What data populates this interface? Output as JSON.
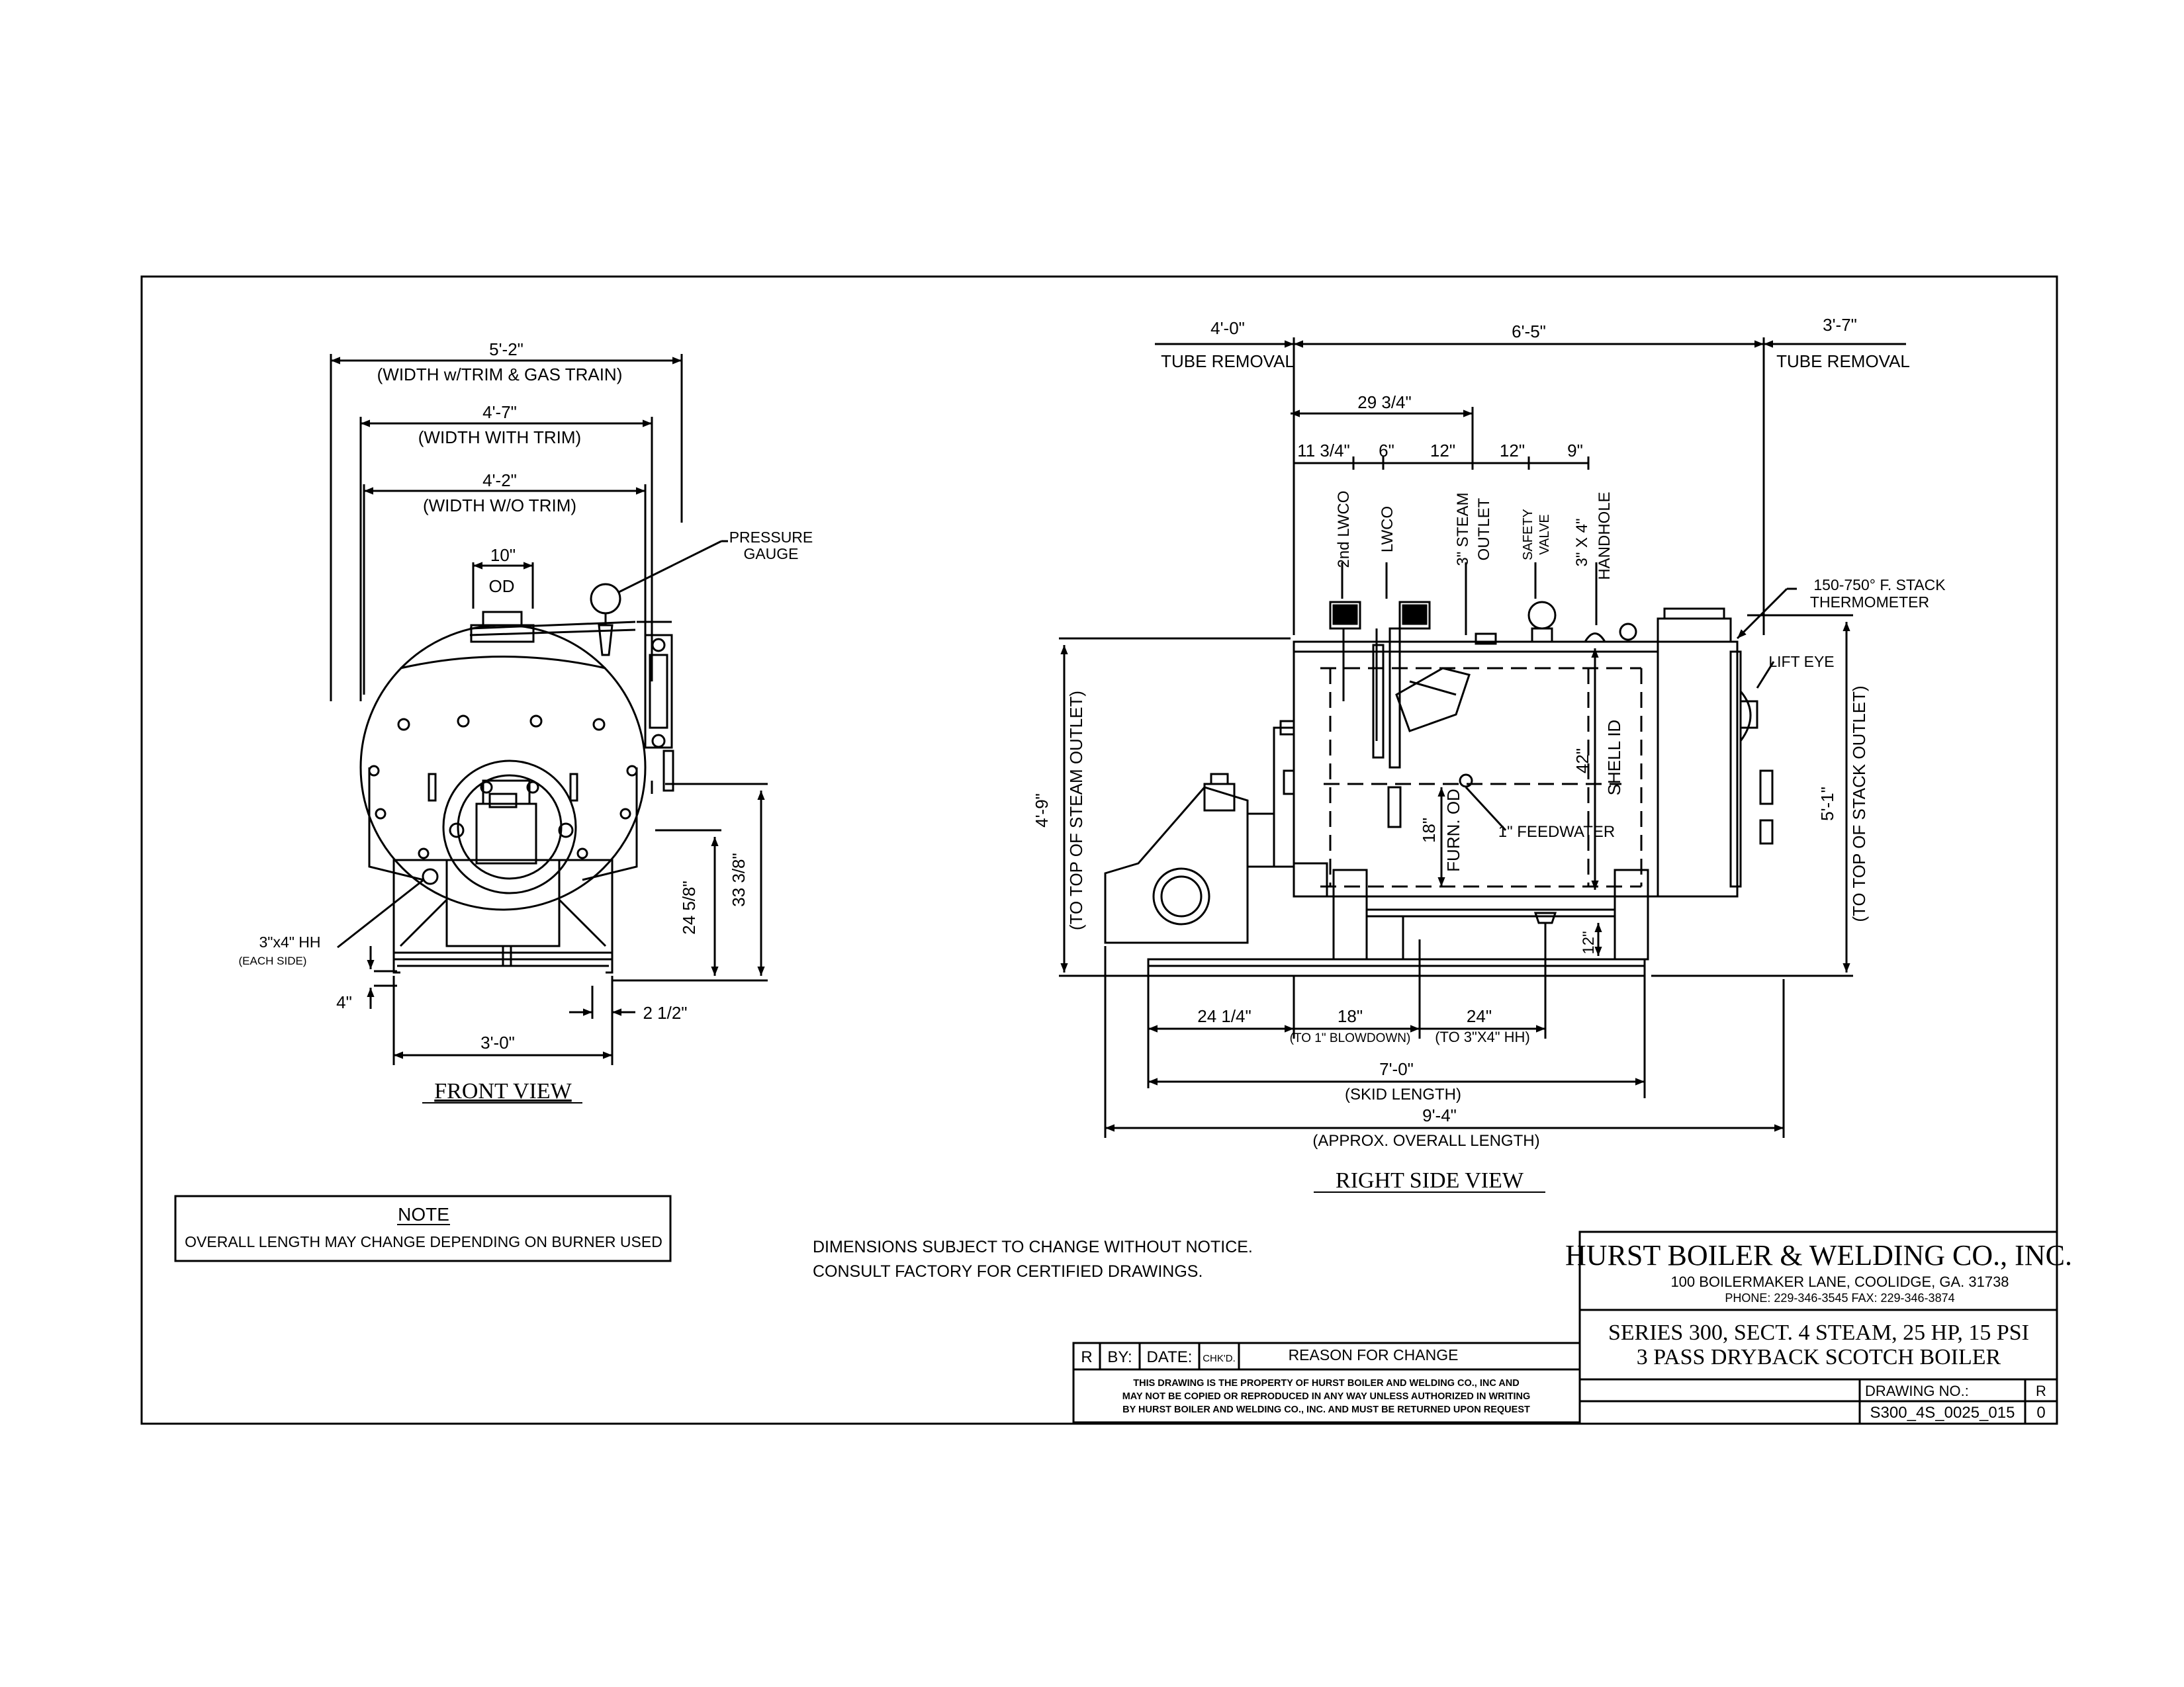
{
  "front_view": {
    "title": "FRONT VIEW",
    "dim_width_trim_gas": "5'-2\"",
    "lbl_width_trim_gas": "(WIDTH w/TRIM & GAS TRAIN)",
    "dim_width_trim": "4'-7\"",
    "lbl_width_trim": "(WIDTH WITH TRIM)",
    "dim_width_wo_trim": "4'-2\"",
    "lbl_width_wo_trim": "(WIDTH W/O TRIM)",
    "dim_stack": "10\"",
    "lbl_od": "OD",
    "pressure_gauge_1": "PRESSURE",
    "pressure_gauge_2": "GAUGE",
    "handhole_1": "3\"x4\" HH",
    "handhole_2": "(EACH SIDE)",
    "dim_4": "4\"",
    "dim_2_half": "2 1/2\"",
    "dim_3_0": "3'-0\"",
    "dim_24_5_8": "24 5/8\"",
    "dim_33_3_8": "33 3/8\""
  },
  "side_view": {
    "title": "RIGHT SIDE VIEW",
    "dim_left_tube": "4'-0\"",
    "lbl_left_tube": "TUBE REMOVAL",
    "dim_6_5": "6'-5\"",
    "dim_right_tube": "3'-7\"",
    "lbl_right_tube": "TUBE REMOVAL",
    "dim_29_3_4": "29 3/4\"",
    "dim_11_3_4": "11 3/4\"",
    "dim_6": "6\"",
    "dim_12a": "12\"",
    "dim_12b": "12\"",
    "dim_9": "9\"",
    "lbl_2nd_lwco": "2nd LWCO",
    "lbl_lwco": "LWCO",
    "lbl_steam_1": "3\" STEAM",
    "lbl_steam_2": "OUTLET",
    "lbl_safety_1": "SAFETY",
    "lbl_safety_2": "VALVE",
    "lbl_handhole_1": "3\" X 4\"",
    "lbl_handhole_2": "HANDHOLE",
    "lbl_thermo_1": "150-750° F. STACK",
    "lbl_thermo_2": "THERMOMETER",
    "lbl_lift_eye": "LIFT EYE",
    "dim_4_9": "4'-9\"",
    "lbl_top_steam": "(TO TOP OF STEAM OUTLET)",
    "dim_5_1": "5'-1\"",
    "lbl_top_stack": "(TO TOP OF STACK OUTLET)",
    "dim_42": "42\"",
    "lbl_shell_id": "SHELL ID",
    "dim_18v": "18\"",
    "lbl_furn_od": "FURN. OD",
    "lbl_feedwater": "1\" FEEDWATER",
    "dim_12v": "12\"",
    "dim_24_1_4": "24 1/4\"",
    "dim_18": "18\"",
    "lbl_blowdown": "(TO 1\" BLOWDOWN)",
    "dim_24": "24\"",
    "lbl_to_hh": "(TO 3\"X4\" HH)",
    "dim_7_0": "7'-0\"",
    "lbl_skid": "(SKID LENGTH)",
    "dim_9_4": "9'-4\"",
    "lbl_overall": "(APPROX. OVERALL LENGTH)"
  },
  "note": {
    "title": "NOTE",
    "text": "OVERALL LENGTH MAY CHANGE DEPENDING ON BURNER USED"
  },
  "disclaimer": {
    "line1": "DIMENSIONS SUBJECT TO CHANGE WITHOUT NOTICE.",
    "line2": "CONSULT FACTORY FOR CERTIFIED DRAWINGS."
  },
  "revision_block": {
    "col_r": "R",
    "col_by": "BY:",
    "col_date": "DATE:",
    "col_chkd": "CHK'D.",
    "col_reason": "REASON FOR CHANGE",
    "property_1": "THIS DRAWING IS THE PROPERTY OF HURST BOILER AND WELDING CO., INC AND",
    "property_2": "MAY NOT BE COPIED OR REPRODUCED IN ANY WAY UNLESS AUTHORIZED IN WRITING",
    "property_3": "BY HURST BOILER AND WELDING CO., INC. AND MUST BE RETURNED UPON REQUEST"
  },
  "title_block": {
    "company": "HURST BOILER & WELDING CO., INC.",
    "address": "100 BOILERMAKER LANE, COOLIDGE, GA. 31738",
    "phone": "PHONE: 229-346-3545   FAX: 229-346-3874",
    "series_1": "SERIES 300, SECT. 4 STEAM, 25 HP, 15 PSI",
    "series_2": "3 PASS DRYBACK SCOTCH BOILER",
    "drawing_no_label": "DRAWING NO.:",
    "rev_label": "R",
    "drawing_no": "S300_4S_0025_015",
    "rev": "0"
  }
}
